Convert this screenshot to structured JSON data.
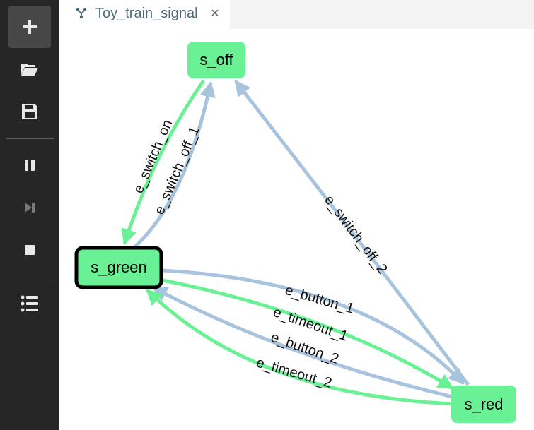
{
  "toolbar": {
    "buttons": [
      {
        "icon": "plus-icon"
      },
      {
        "icon": "open-folder-icon"
      },
      {
        "icon": "save-icon"
      },
      {
        "icon": "pause-icon"
      },
      {
        "icon": "step-forward-icon"
      },
      {
        "icon": "stop-icon"
      },
      {
        "icon": "list-icon"
      }
    ]
  },
  "tab": {
    "title": "Toy_train_signal",
    "close_label": "×",
    "icon": "state-machine-icon"
  },
  "graph": {
    "colors": {
      "node_fill": "#6af095",
      "edge_green": "#6af095",
      "edge_blue": "#a8c3de",
      "active_border": "#000000"
    },
    "nodes": [
      {
        "id": "s_off",
        "label": "s_off",
        "active": false
      },
      {
        "id": "s_green",
        "label": "s_green",
        "active": true
      },
      {
        "id": "s_red",
        "label": "s_red",
        "active": false
      }
    ],
    "edges": [
      {
        "label": "e_switch_on",
        "from": "s_off",
        "to": "s_green",
        "color": "green"
      },
      {
        "label": "e_switch_off_1",
        "from": "s_green",
        "to": "s_off",
        "color": "blue"
      },
      {
        "label": "e_switch_off_2",
        "from": "s_red",
        "to": "s_off",
        "color": "blue"
      },
      {
        "label": "e_button_1",
        "from": "s_green",
        "to": "s_red",
        "color": "blue"
      },
      {
        "label": "e_timeout_1",
        "from": "s_green",
        "to": "s_red",
        "color": "green"
      },
      {
        "label": "e_button_2",
        "from": "s_red",
        "to": "s_green",
        "color": "blue"
      },
      {
        "label": "e_timeout_2",
        "from": "s_red",
        "to": "s_green",
        "color": "green"
      }
    ]
  }
}
